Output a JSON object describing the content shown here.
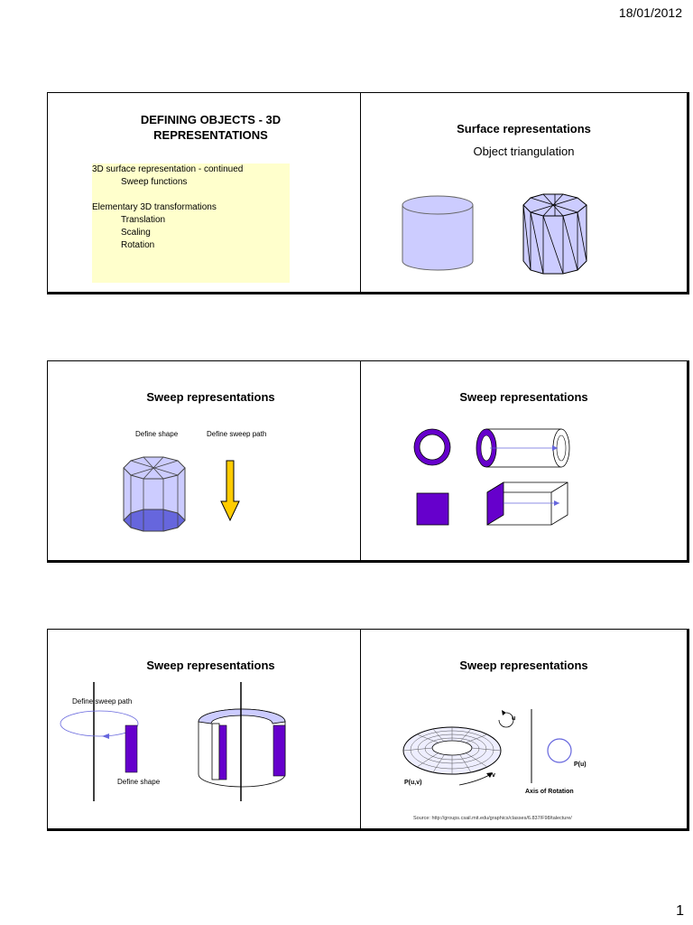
{
  "header": {
    "date": "18/01/2012"
  },
  "footer": {
    "page_number": "1"
  },
  "slide1": {
    "title_line1": "DEFINING OBJECTS - 3D",
    "title_line2": "REPRESENTATIONS",
    "bullets": [
      "3D surface representation - continued",
      "Sweep functions",
      "Elementary 3D transformations",
      "Translation",
      "Scaling",
      "Rotation"
    ]
  },
  "slide2": {
    "title": "Surface representations",
    "subtitle": "Object triangulation"
  },
  "slide3": {
    "title": "Sweep representations",
    "label_shape": "Define shape",
    "label_path": "Define sweep path"
  },
  "slide4": {
    "title": "Sweep representations"
  },
  "slide5": {
    "title": "Sweep representations",
    "label_path": "Define sweep path",
    "label_shape": "Define shape"
  },
  "slide6": {
    "title": "Sweep representations",
    "label_u": "u",
    "label_v": "v",
    "label_puv": "P(u,v)",
    "label_pu": "P(u)",
    "label_axis": "Axis of Rotation",
    "source": "Source: http://groups.csail.mit.edu/graphics/classes/6.837/F98/talecture/"
  },
  "colors": {
    "lavender": "#ccccff",
    "purple": "#6600cc",
    "box_yellow": "#ffffcc",
    "arrow_yellow": "#ffcc00"
  }
}
